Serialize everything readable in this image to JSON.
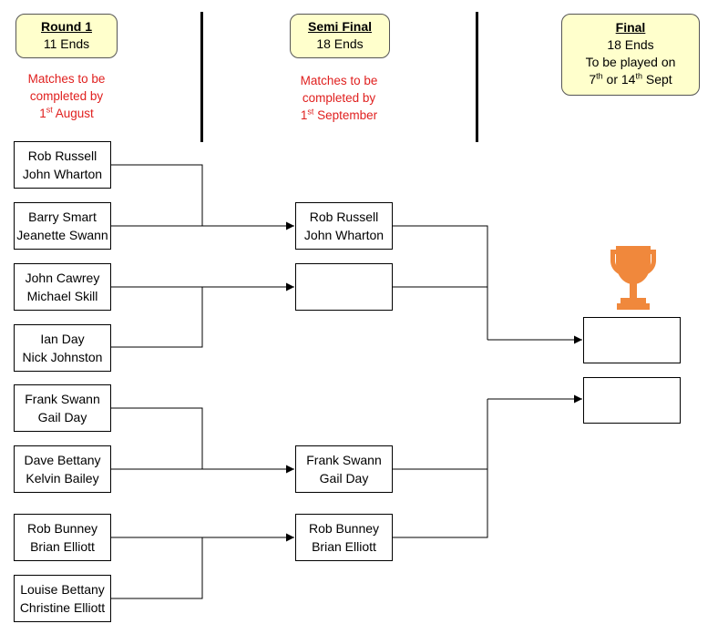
{
  "headers": {
    "round1": {
      "title": "Round 1",
      "ends": "11 Ends"
    },
    "semi": {
      "title": "Semi Final",
      "ends": "18 Ends"
    },
    "final": {
      "title": "Final",
      "ends": "18 Ends",
      "line1": "To be played on",
      "d1": "7",
      "s1": "th",
      "mid": " or 14",
      "s2": "th",
      "tail": " Sept"
    }
  },
  "notes": {
    "round1": {
      "l1": "Matches to be",
      "l2": "completed by",
      "d": "1",
      "s": "st",
      "m": " August"
    },
    "semi": {
      "l1": "Matches to be",
      "l2": "completed by",
      "d": "1",
      "s": "st",
      "m": " September"
    }
  },
  "round1": [
    {
      "p1": "Rob Russell",
      "p2": "John Wharton"
    },
    {
      "p1": "Barry Smart",
      "p2": "Jeanette Swann"
    },
    {
      "p1": "John Cawrey",
      "p2": "Michael Skill"
    },
    {
      "p1": "Ian Day",
      "p2": "Nick Johnston"
    },
    {
      "p1": "Frank Swann",
      "p2": "Gail Day"
    },
    {
      "p1": "Dave Bettany",
      "p2": "Kelvin Bailey"
    },
    {
      "p1": "Rob Bunney",
      "p2": "Brian Elliott"
    },
    {
      "p1": "Louise Bettany",
      "p2": "Christine Elliott"
    }
  ],
  "semi": [
    {
      "p1": "Rob Russell",
      "p2": "John Wharton"
    },
    {
      "p1": "",
      "p2": ""
    },
    {
      "p1": "Frank Swann",
      "p2": "Gail Day"
    },
    {
      "p1": "Rob Bunney",
      "p2": "Brian Elliott"
    }
  ],
  "final": [
    {
      "p1": "",
      "p2": ""
    },
    {
      "p1": "",
      "p2": ""
    }
  ],
  "colors": {
    "header_fill": "#ffffcc",
    "note_text": "#e0201f",
    "trophy": "#f0883c"
  }
}
